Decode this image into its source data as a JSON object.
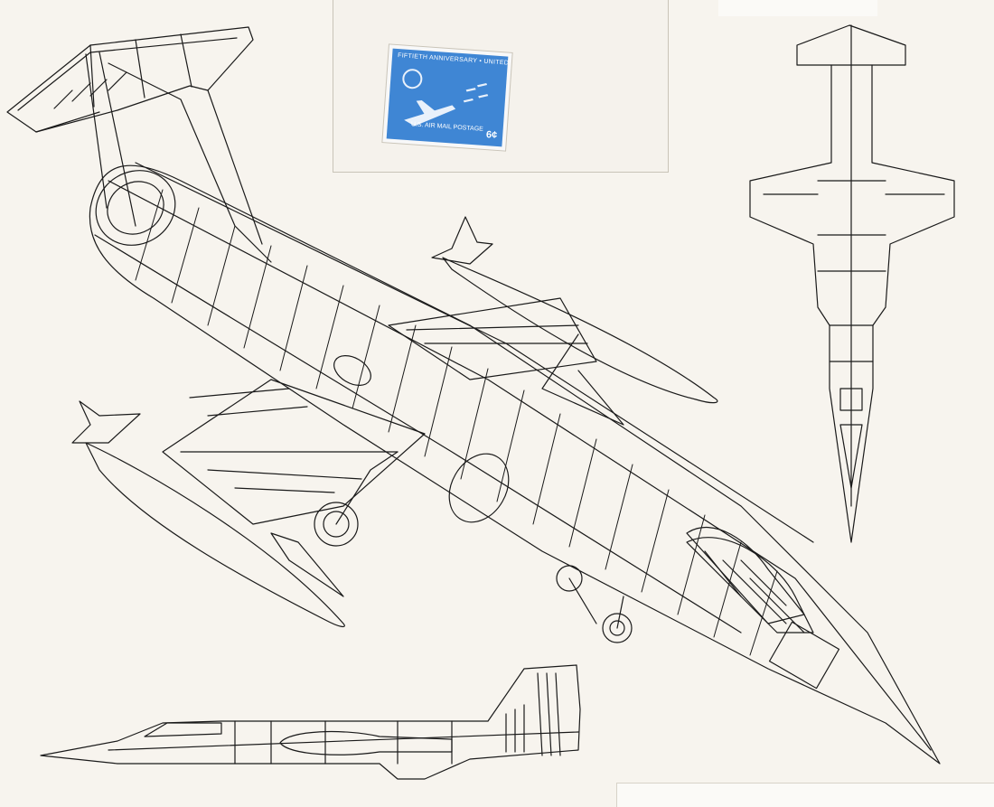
{
  "stamp": {
    "top_text": "FIFTIETH ANNIVERSARY • UNITED STATES AIR FORCE",
    "bottom_text": "U.S. AIR MAIL POSTAGE",
    "value": "6¢",
    "color": "#3f86d4"
  },
  "colors": {
    "paper": "#f7f4ee",
    "ink": "#1a1a1a"
  }
}
